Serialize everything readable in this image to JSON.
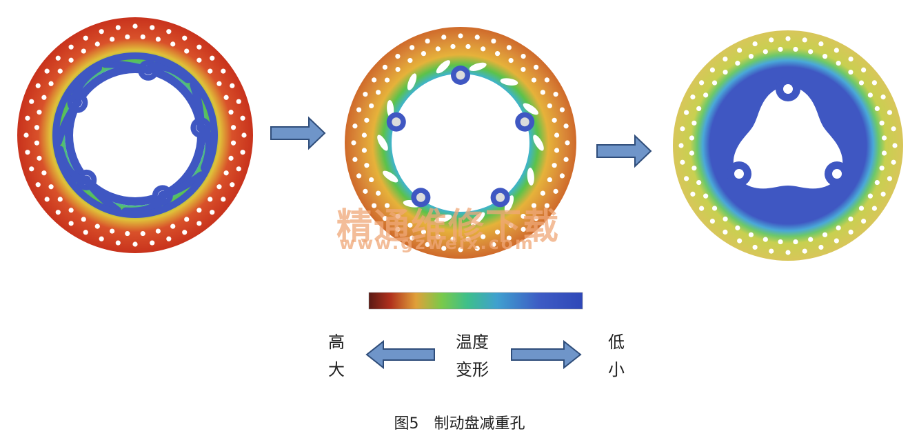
{
  "legend": {
    "left_top": "高",
    "left_bottom": "大",
    "center_top": "温度",
    "center_bottom": "变形",
    "right_top": "低",
    "right_bottom": "小"
  },
  "watermark": {
    "text": "精通维修下载",
    "url": "www.gzweix.com"
  },
  "caption": "图5　制动盘减重孔",
  "colors": {
    "high": "#d23a1e",
    "mid": "#e6b23a",
    "green": "#5cc24a",
    "low": "#3f57c2",
    "arrow_fill": "#6f95c9",
    "arrow_stroke": "#2f4d7a"
  }
}
